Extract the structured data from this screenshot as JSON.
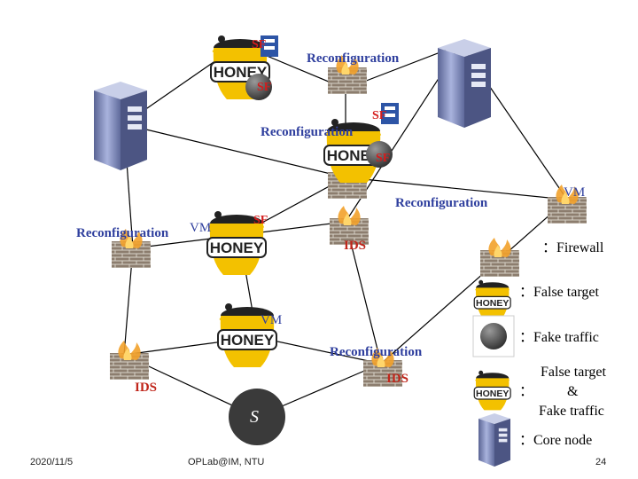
{
  "labels": {
    "reconfiguration": "Reconfiguration",
    "vm": "VM",
    "ids": "IDS",
    "sf": "SF",
    "s": "S"
  },
  "legend": {
    "firewall": "：Firewall",
    "false_target": "：False target",
    "fake_traffic": "：Fake traffic",
    "colon": "：",
    "combo_line1": "False target",
    "combo_line2": "&",
    "combo_line3": "Fake traffic",
    "core_node": "：Core node"
  },
  "footer": {
    "date": "2020/11/5",
    "lab": "OPLab@IM, NTU",
    "page": "24"
  },
  "icons": {
    "server": "server-tower-icon",
    "firewall": "firewall-brick-icon",
    "honey": "honey-pot-icon",
    "sf": "shield-flag-icon"
  },
  "colors": {
    "link": "#000000",
    "server_body": "#7d88b8",
    "brick": "#8c7d6e",
    "honey": "#f3c100",
    "ids": "#c0261b",
    "reconfiguration": "#2f3f9e",
    "s_node": "#3a3a3a"
  }
}
